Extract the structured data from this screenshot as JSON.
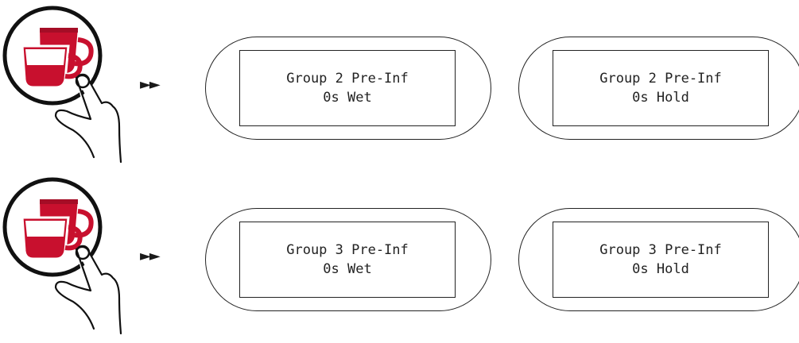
{
  "arrow_glyph": "►►",
  "rows": [
    {
      "displays": [
        {
          "line1": "Group 2 Pre-Inf",
          "line2": "0s Wet"
        },
        {
          "line1": "Group 2 Pre-Inf",
          "line2": "0s Hold"
        }
      ]
    },
    {
      "displays": [
        {
          "line1": "Group 3 Pre-Inf",
          "line2": "0s Wet"
        },
        {
          "line1": "Group 3 Pre-Inf",
          "line2": "0s Hold"
        }
      ]
    }
  ],
  "icon": "double-cup-button-press-icon",
  "colors": {
    "cup_red": "#c8102e",
    "outline": "#222222"
  }
}
